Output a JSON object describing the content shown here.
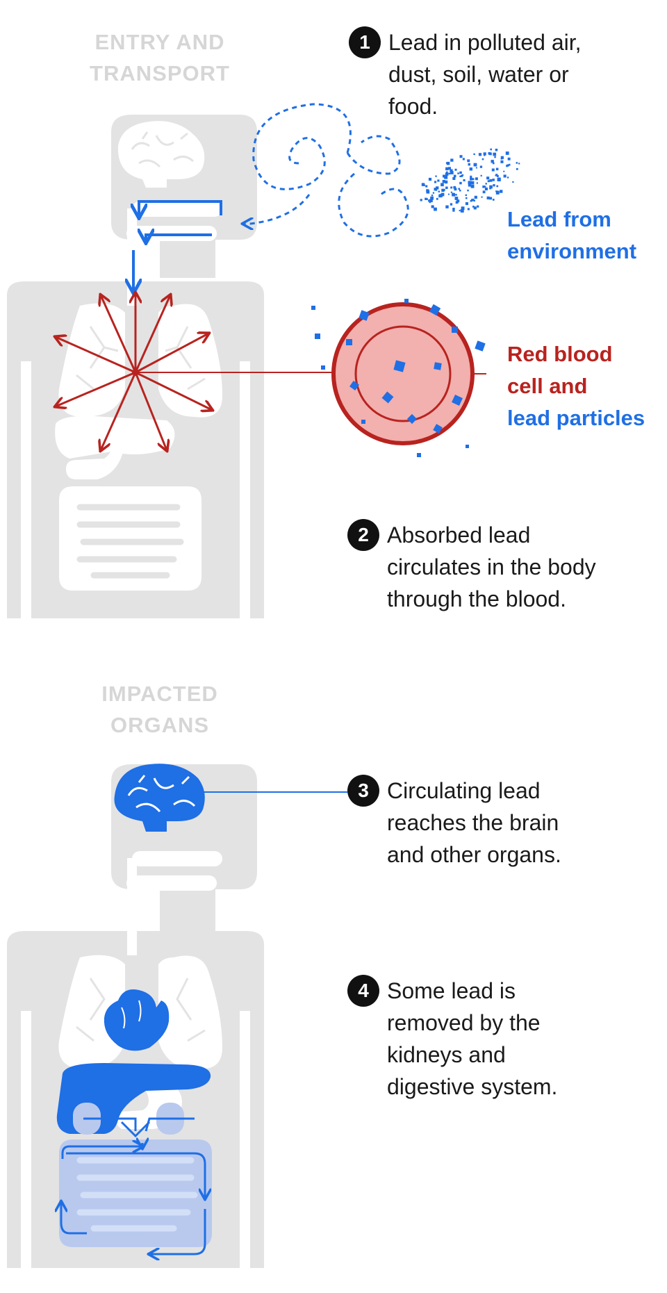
{
  "sections": {
    "entry": [
      "ENTRY AND",
      "TRANSPORT"
    ],
    "impacted": [
      "IMPACTED",
      "ORGANS"
    ]
  },
  "steps": [
    {
      "number": "1",
      "lines": [
        "Lead in polluted air,",
        "dust, soil, water or",
        "food."
      ]
    },
    {
      "number": "2",
      "lines": [
        "Absorbed lead",
        "circulates in the body",
        "through the blood."
      ]
    },
    {
      "number": "3",
      "lines": [
        "Circulating lead",
        "reaches the brain",
        "and other organs."
      ]
    },
    {
      "number": "4",
      "lines": [
        "Some lead is",
        "removed by the",
        "kidneys and",
        "digestive system."
      ]
    }
  ],
  "labels": {
    "environment": [
      "Lead from",
      "environment"
    ],
    "blood_red": [
      "Red blood",
      "cell and"
    ],
    "blood_blue": "lead particles"
  },
  "colors": {
    "body_gray": "#e3e3e3",
    "organ_white": "#ffffff",
    "blue": "#1f6fe5",
    "red": "#b8231f",
    "cell_fill": "#f2b0ae",
    "light_blue": "#b9c9ee",
    "title_gray": "#d6d6d6"
  }
}
